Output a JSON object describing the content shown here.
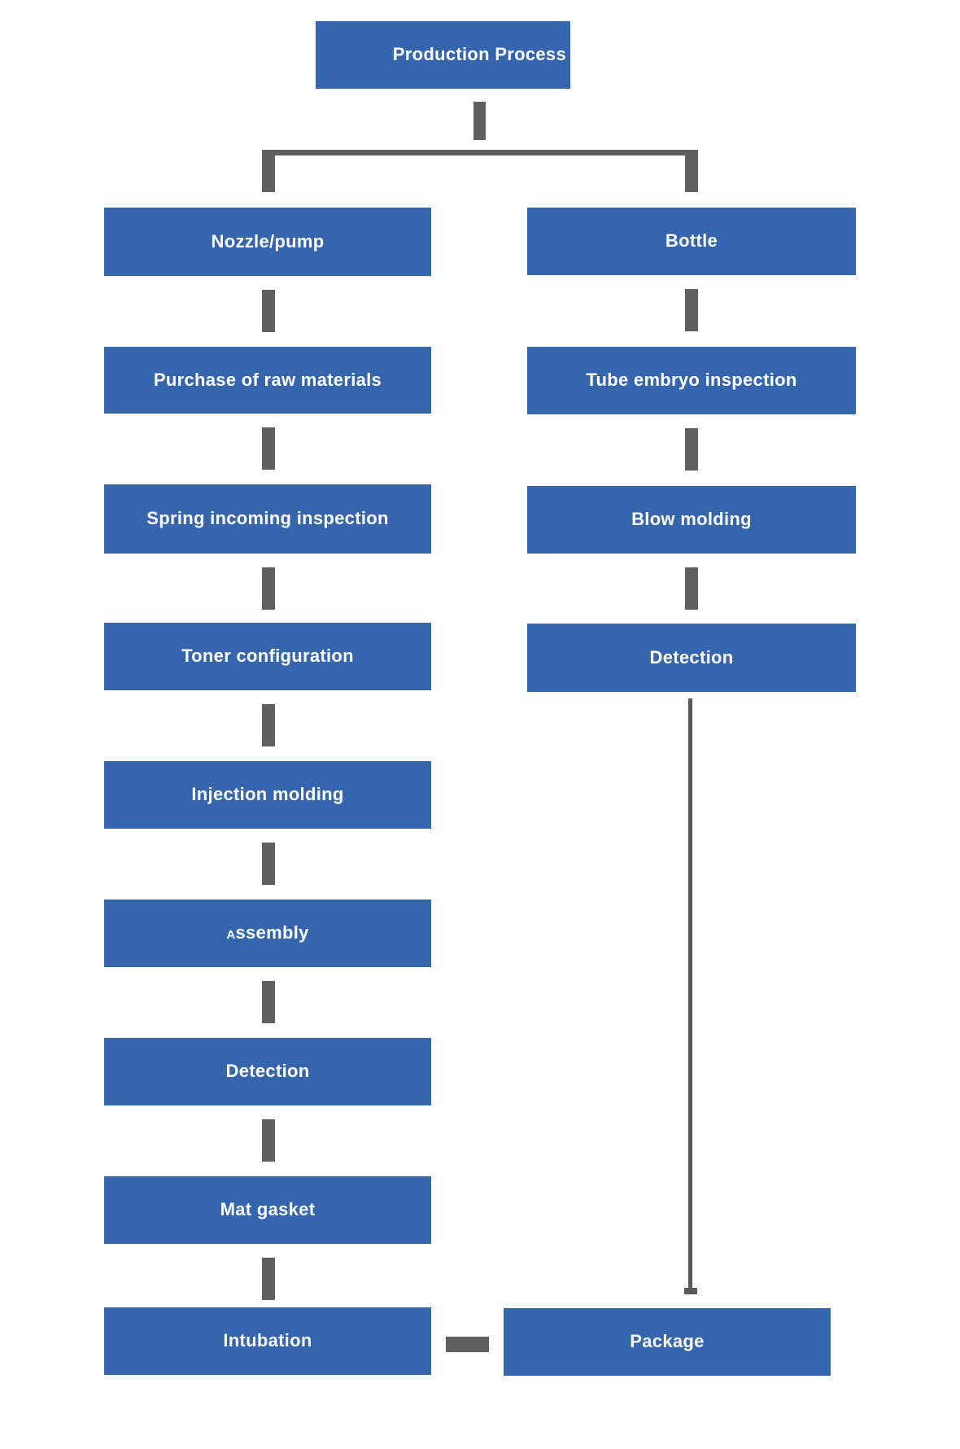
{
  "diagram": {
    "type": "flowchart",
    "title": "Production Process",
    "root": "Production Process",
    "left_branch": [
      "Nozzle/pump",
      "Purchase of raw materials",
      "Spring incoming inspection",
      "Toner configuration",
      "Injection molding",
      "Assembly",
      "Detection",
      "Mat gasket",
      "Intubation"
    ],
    "right_branch": [
      "Bottle",
      "Tube embryo inspection",
      "Blow molding",
      "Detection"
    ],
    "merge_node": "Package",
    "colors": {
      "node_fill": "#3565ad",
      "node_text": "#ffffff",
      "connector": "#5f5f5f",
      "thin_line": "#58595b",
      "background": "#ffffff"
    }
  }
}
